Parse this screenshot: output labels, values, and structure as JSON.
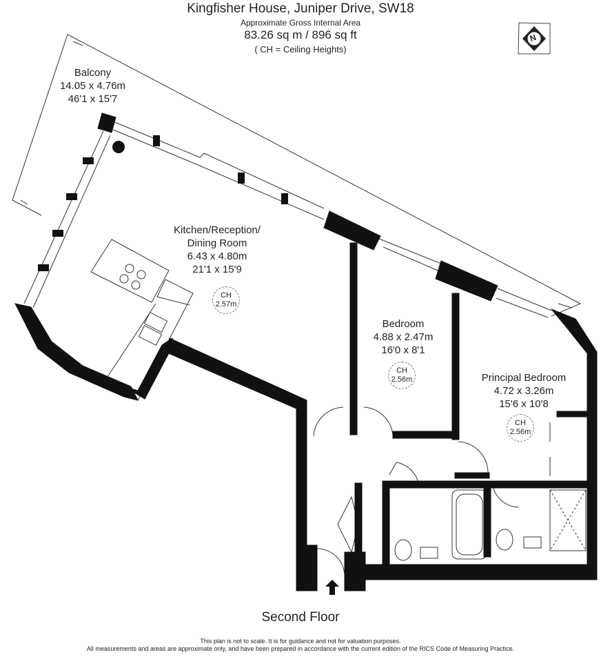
{
  "header": {
    "title": "Kingfisher House, Juniper Drive, SW18",
    "subtitle": "Approximate Gross Internal Area",
    "area": "83.26 sq m /  896 sq ft",
    "ceiling_note": "( CH = Ceiling Heights)"
  },
  "compass": {
    "letter": "N"
  },
  "rooms": {
    "balcony": {
      "name": "Balcony",
      "metric": "14.05 x 4.76m",
      "imperial": "46'1 x 15'7"
    },
    "kitchen": {
      "name_1": "Kitchen/Reception/",
      "name_2": "Dining Room",
      "metric": "6.43 x 4.80m",
      "imperial": "21'1 x 15'9",
      "ch_label": "CH",
      "ch_value": "2.57m"
    },
    "bedroom": {
      "name": "Bedroom",
      "metric": "4.88 x 2.47m",
      "imperial": "16'0 x 8'1",
      "ch_label": "CH",
      "ch_value": "2.56m"
    },
    "principal": {
      "name": "Principal Bedroom",
      "metric": "4.72 x 3.26m",
      "imperial": "15'6 x 10'8",
      "ch_label": "CH",
      "ch_value": "2.56m"
    }
  },
  "floor_label": "Second Floor",
  "disclaimer": {
    "line1": "This plan is not to scale. It is for guidance and not for valuation purposes.",
    "line2": "All measurements and areas are approximate only, and have been prepared in accordance with the current edition of the RICS Code of Measuring Practice."
  },
  "colors": {
    "wall": "#111111",
    "line": "#333333"
  }
}
